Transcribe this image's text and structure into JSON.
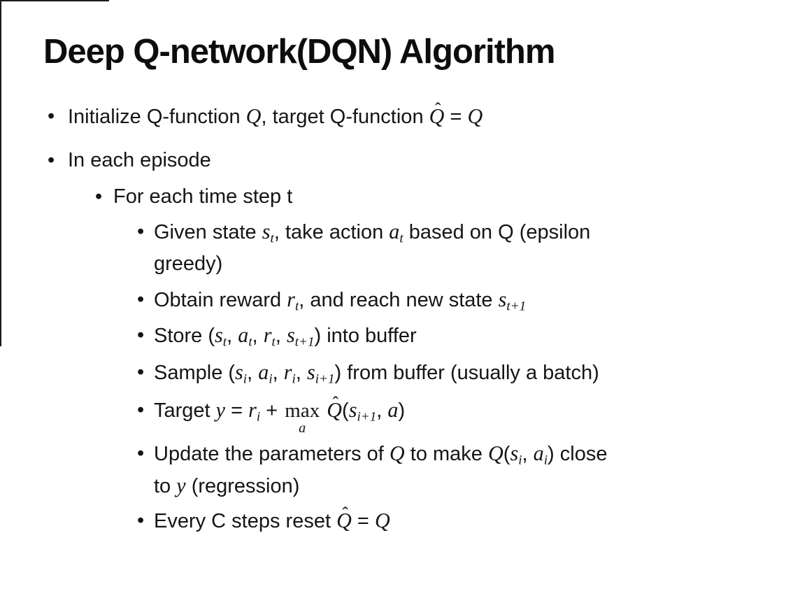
{
  "slide": {
    "title": "Deep Q-network(DQN) Algorithm",
    "bullet_glyph": "•",
    "colors": {
      "text": "#151515",
      "background": "#ffffff",
      "edge_lines": "#1a1a1a"
    },
    "bullets": [
      {
        "level": 1,
        "lines": [
          [
            {
              "t": "text",
              "v": "Initialize Q-function "
            },
            {
              "t": "mi",
              "v": "Q"
            },
            {
              "t": "text",
              "v": ", target Q-function "
            },
            {
              "t": "qhat",
              "v": "Q"
            },
            {
              "t": "text",
              "v": " = "
            },
            {
              "t": "mi",
              "v": "Q"
            }
          ]
        ]
      },
      {
        "level": 1,
        "lines": [
          [
            {
              "t": "text",
              "v": "In each episode"
            }
          ]
        ]
      },
      {
        "level": 2,
        "lines": [
          [
            {
              "t": "text",
              "v": "For each time step t"
            }
          ]
        ]
      },
      {
        "level": 3,
        "lines": [
          [
            {
              "t": "text",
              "v": "Given state "
            },
            {
              "t": "msub",
              "v": "s",
              "sub": "t"
            },
            {
              "t": "text",
              "v": ", take action "
            },
            {
              "t": "msub",
              "v": "a",
              "sub": "t"
            },
            {
              "t": "text",
              "v": " based on Q (epsilon"
            }
          ],
          [
            {
              "t": "text",
              "v": "greedy)"
            }
          ]
        ]
      },
      {
        "level": 3,
        "lines": [
          [
            {
              "t": "text",
              "v": "Obtain reward "
            },
            {
              "t": "msub",
              "v": "r",
              "sub": "t"
            },
            {
              "t": "text",
              "v": ", and reach new state "
            },
            {
              "t": "msub",
              "v": "s",
              "sub": "t+1"
            }
          ]
        ]
      },
      {
        "level": 3,
        "lines": [
          [
            {
              "t": "text",
              "v": "Store ("
            },
            {
              "t": "msub",
              "v": "s",
              "sub": "t"
            },
            {
              "t": "text",
              "v": ", "
            },
            {
              "t": "msub",
              "v": "a",
              "sub": "t"
            },
            {
              "t": "text",
              "v": ", "
            },
            {
              "t": "msub",
              "v": "r",
              "sub": "t"
            },
            {
              "t": "text",
              "v": ", "
            },
            {
              "t": "msub",
              "v": "s",
              "sub": "t+1"
            },
            {
              "t": "text",
              "v": ") into buffer"
            }
          ]
        ]
      },
      {
        "level": 3,
        "lines": [
          [
            {
              "t": "text",
              "v": "Sample ("
            },
            {
              "t": "msub",
              "v": "s",
              "sub": "i"
            },
            {
              "t": "text",
              "v": ", "
            },
            {
              "t": "msub",
              "v": "a",
              "sub": "i"
            },
            {
              "t": "text",
              "v": ", "
            },
            {
              "t": "msub",
              "v": "r",
              "sub": "i"
            },
            {
              "t": "text",
              "v": ", "
            },
            {
              "t": "msub",
              "v": "s",
              "sub": "i+1"
            },
            {
              "t": "text",
              "v": ") from buffer (usually a batch)"
            }
          ]
        ]
      },
      {
        "level": 3,
        "lines": [
          [
            {
              "t": "text",
              "v": "Target "
            },
            {
              "t": "mi",
              "v": "y"
            },
            {
              "t": "text",
              "v": " = "
            },
            {
              "t": "msub",
              "v": "r",
              "sub": "i"
            },
            {
              "t": "text",
              "v": " + "
            },
            {
              "t": "maxunder",
              "op": "max",
              "under": "a"
            },
            {
              "t": "text",
              "v": " "
            },
            {
              "t": "qhat",
              "v": "Q"
            },
            {
              "t": "text",
              "v": "("
            },
            {
              "t": "msub",
              "v": "s",
              "sub": "i+1"
            },
            {
              "t": "text",
              "v": ", "
            },
            {
              "t": "mi",
              "v": "a"
            },
            {
              "t": "text",
              "v": ")"
            }
          ]
        ]
      },
      {
        "level": 3,
        "lines": [
          [
            {
              "t": "text",
              "v": "Update the parameters of "
            },
            {
              "t": "mi",
              "v": "Q"
            },
            {
              "t": "text",
              "v": " to make "
            },
            {
              "t": "mi",
              "v": "Q"
            },
            {
              "t": "text",
              "v": "("
            },
            {
              "t": "msub",
              "v": "s",
              "sub": "i"
            },
            {
              "t": "text",
              "v": ", "
            },
            {
              "t": "msub",
              "v": "a",
              "sub": "i"
            },
            {
              "t": "text",
              "v": ") close"
            }
          ],
          [
            {
              "t": "text",
              "v": "to "
            },
            {
              "t": "mi",
              "v": "y"
            },
            {
              "t": "text",
              "v": " (regression)"
            }
          ]
        ]
      },
      {
        "level": 3,
        "lines": [
          [
            {
              "t": "text",
              "v": "Every C steps reset "
            },
            {
              "t": "qhat",
              "v": "Q"
            },
            {
              "t": "text",
              "v": " = "
            },
            {
              "t": "mi",
              "v": "Q"
            }
          ]
        ]
      }
    ]
  }
}
